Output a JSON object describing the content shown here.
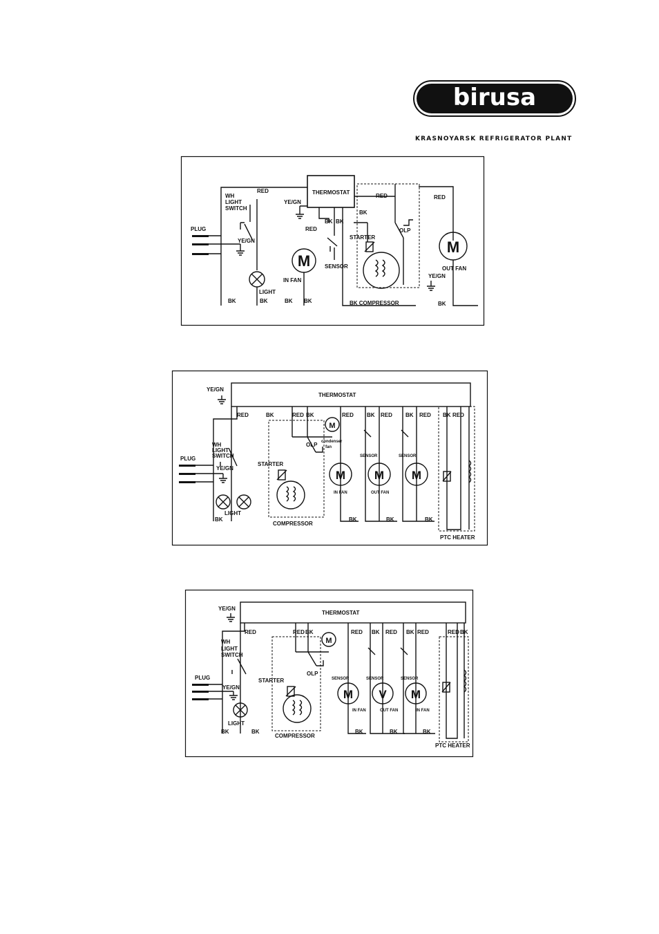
{
  "brand": {
    "logo_text": "birusa",
    "tagline": "KRASNOYARSK REFRIGERATOR PLANT"
  },
  "diagram1": {
    "thermostat": "THERMOSTAT",
    "red": "RED",
    "wh": "WH",
    "light_switch_1": "LIGHT",
    "light_switch_2": "SWITCH",
    "ye_gn": "YE/GN",
    "plug": "PLUG",
    "bk": "BK",
    "sensor": "SENSOR",
    "starter": "STARTER",
    "olp": "OLP",
    "light": "LIGHT",
    "in_fan": "IN FAN",
    "out_fan": "OUT FAN",
    "compressor": "BK COMPRESSOR",
    "motor": "M"
  },
  "diagram2": {
    "thermostat": "THERMOSTAT",
    "ye_gn": "YE/GN",
    "red": "RED",
    "bk": "BK",
    "wh": "WH",
    "light_switch_1": "LIGHT",
    "light_switch_2": "SWITCH",
    "plug": "PLUG",
    "starter": "STARTER",
    "olp": "OLP",
    "condenser_fan_1": "condenser",
    "condenser_fan_2": "fan",
    "sensor": "SENSOR",
    "light": "LIGHT",
    "compressor": "COMPRESSOR",
    "ptc_heater": "PTC HEATER",
    "in_fan": "IN FAN",
    "out_fan": "OUT FAN",
    "motor": "M"
  },
  "diagram3": {
    "thermostat": "THERMOSTAT",
    "ye_gn": "YE/GN",
    "red": "RED",
    "bk": "BK",
    "wh": "WH",
    "light_switch_1": "LIGHT",
    "light_switch_2": "SWITCH",
    "plug": "PLUG",
    "starter": "STARTER",
    "olp": "OLP",
    "sensor": "SENSOR",
    "light": "LIGHT",
    "compressor": "COMPRESSOR",
    "ptc_heater": "PTC HEATER",
    "in_fan": "IN FAN",
    "out_fan": "OUT FAN",
    "motor": "M",
    "motor_v": "V"
  }
}
